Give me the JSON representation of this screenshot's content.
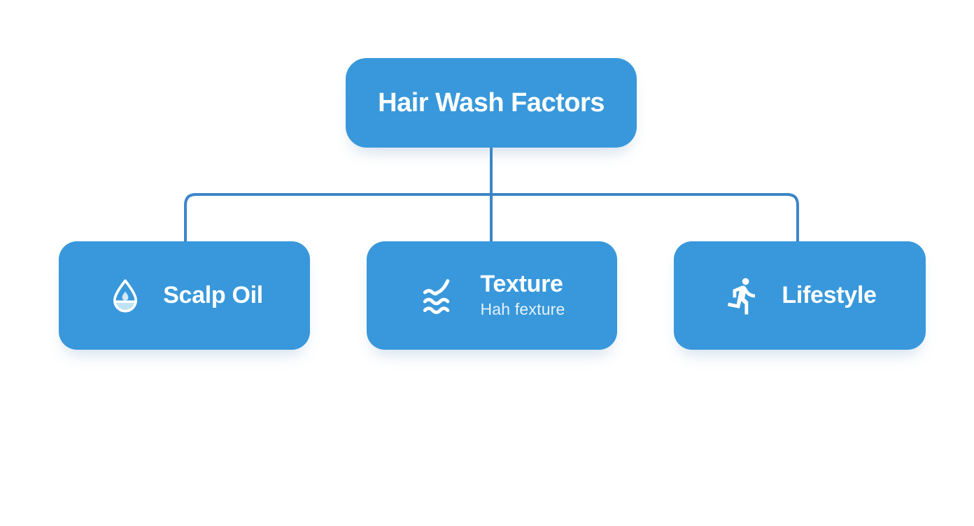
{
  "diagram": {
    "type": "flowchart",
    "colors": {
      "background": "#FFFFFF",
      "node_fill": "#3898DB",
      "connector": "#3C86C8",
      "title_text": "#FFFFFF",
      "subtitle_text": "#E6F2FB",
      "icon_accent": "#BFE2F4"
    },
    "root": {
      "label": "Hair Wash Factors"
    },
    "children": [
      {
        "label": "Scalp Oil",
        "icon": "water-drop-icon"
      },
      {
        "label": "Texture",
        "sublabel": "Hah fexture",
        "icon": "waves-icon"
      },
      {
        "label": "Lifestyle",
        "icon": "runner-icon"
      }
    ]
  }
}
